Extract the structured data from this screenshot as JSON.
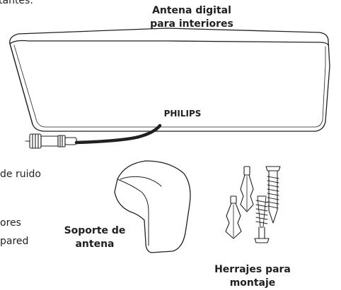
{
  "top_fragment": "tantes.",
  "antenna_label": [
    "Antena digital",
    "para interiores"
  ],
  "brand": "PHILIPS",
  "left_fragments": [
    "de ruido",
    "ores",
    "pared"
  ],
  "stand_label": [
    "Soporte de",
    "antena"
  ],
  "hardware_label": [
    "Herrajes para",
    "montaje"
  ],
  "colors": {
    "ink": "#231f20",
    "background": "#ffffff"
  }
}
